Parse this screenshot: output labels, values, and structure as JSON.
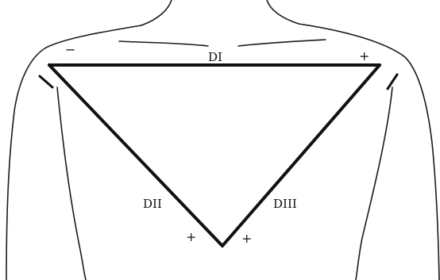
{
  "diagram": {
    "leads": {
      "lead_1": "DI",
      "lead_2": "DII",
      "lead_3": "DIII"
    },
    "polarity": {
      "right_arm": "−",
      "left_arm": "+",
      "left_leg_from_lead_2": "+",
      "left_leg_from_lead_3": "+"
    },
    "colors": {
      "line": "#111111",
      "background": "#ffffff"
    }
  }
}
